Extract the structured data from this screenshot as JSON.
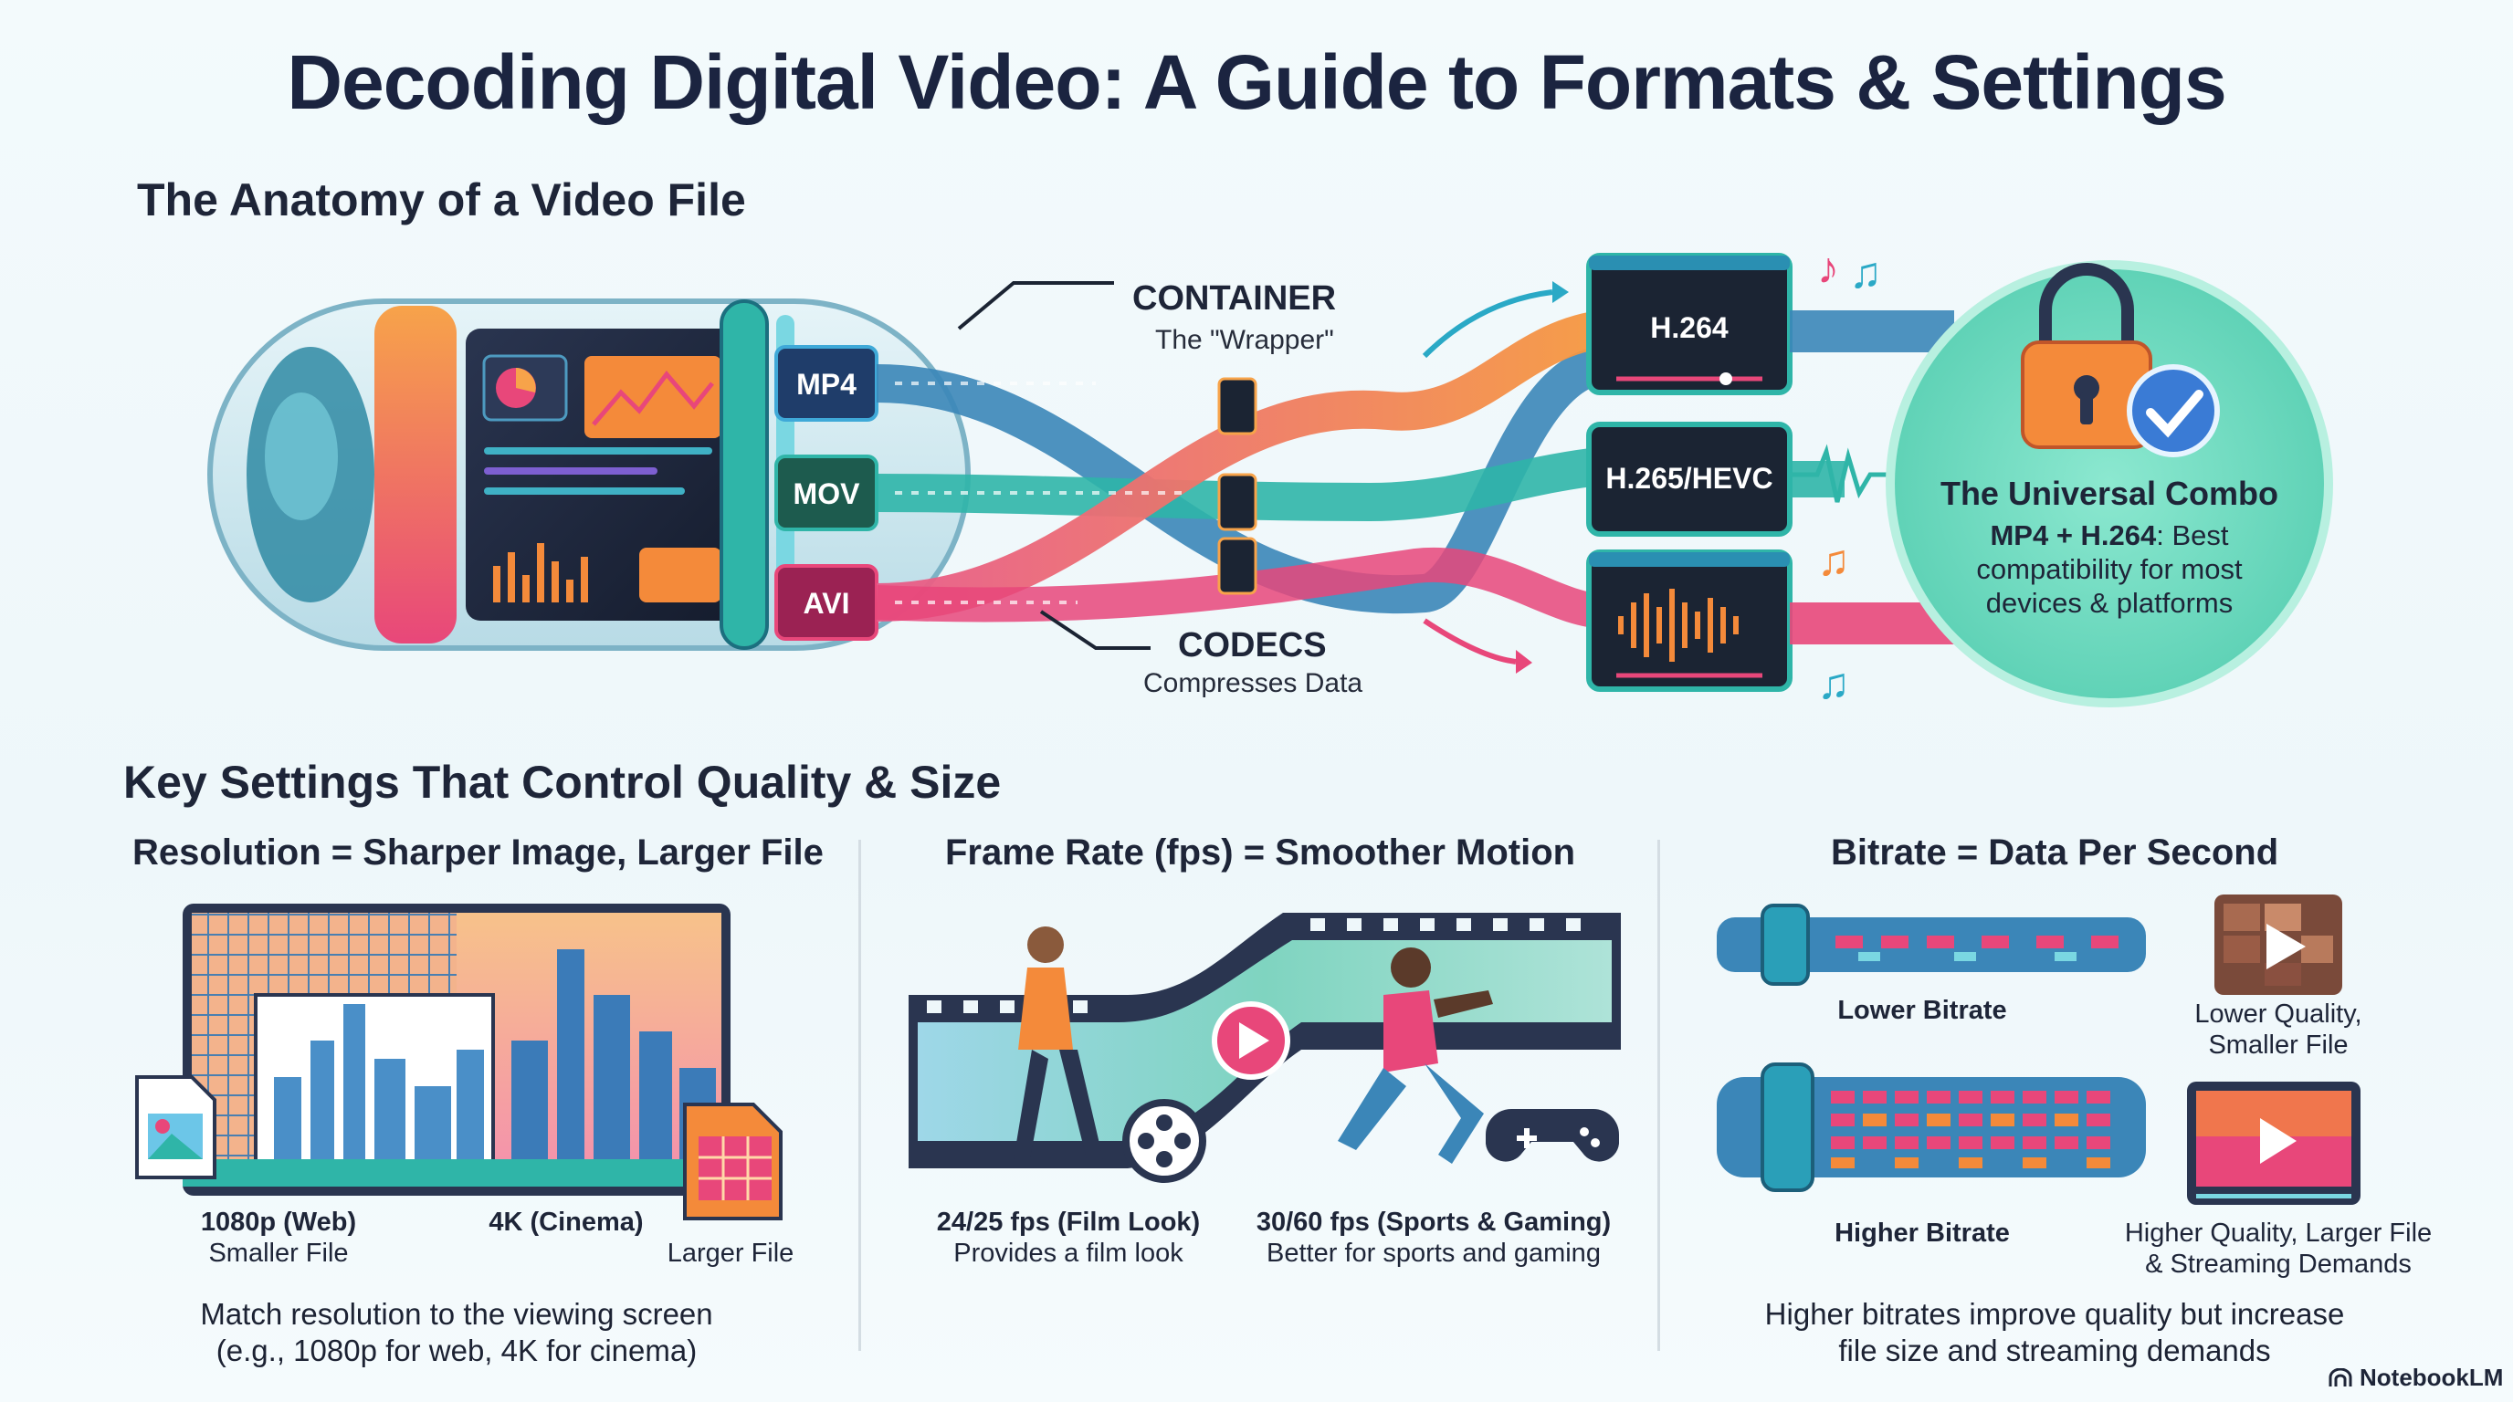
{
  "title": "Decoding Digital Video: A Guide to Formats & Settings",
  "anatomy": {
    "heading": "The Anatomy of a Video File",
    "containers": [
      "MP4",
      "MOV",
      "AVI"
    ],
    "container_label": "CONTAINER",
    "container_sub": "The \"Wrapper\"",
    "codecs_label": "CODECS",
    "codecs_sub": "Compresses Data",
    "codec_boxes": [
      "H.264",
      "H.265/HEVC"
    ],
    "combo": {
      "title": "The Universal Combo",
      "bold": "MP4 + H.264",
      "text": ": Best compatibility for most devices & platforms"
    }
  },
  "settings": {
    "heading": "Key Settings That Control Quality & Size",
    "resolution": {
      "heading": "Resolution = Sharper Image, Larger File",
      "label_1080": "1080p (Web)",
      "sub_1080": "Smaller File",
      "label_4k": "4K (Cinema)",
      "sub_4k": "Larger File",
      "note_1": "Match resolution to the viewing screen",
      "note_2": "(e.g., 1080p for web, 4K for cinema)"
    },
    "framerate": {
      "heading": "Frame Rate (fps) = Smoother Motion",
      "label_24": "24/25 fps (Film Look)",
      "sub_24": "Provides a film look",
      "label_30": "30/60 fps (Sports & Gaming)",
      "sub_30": "Better for sports and gaming"
    },
    "bitrate": {
      "heading": "Bitrate = Data Per Second",
      "lower_label": "Lower Bitrate",
      "lower_result_1": "Lower Quality,",
      "lower_result_2": "Smaller File",
      "higher_label": "Higher Bitrate",
      "higher_result_1": "Higher Quality, Larger File",
      "higher_result_2": "& Streaming Demands",
      "note_1": "Higher bitrates improve quality but increase",
      "note_2": "file size and streaming demands"
    }
  },
  "brand": "NotebookLM",
  "colors": {
    "orange": "#f48a3a",
    "teal": "#2fb5a8",
    "pink": "#e8477a",
    "blue": "#3b86b8",
    "dark": "#1b2433",
    "mint": "#7fe0c6"
  },
  "icons": [
    "music-note-icon",
    "lock-icon",
    "check-badge-icon",
    "play-icon",
    "film-reel-icon",
    "gamepad-icon",
    "image-file-icon",
    "notebook-icon"
  ]
}
